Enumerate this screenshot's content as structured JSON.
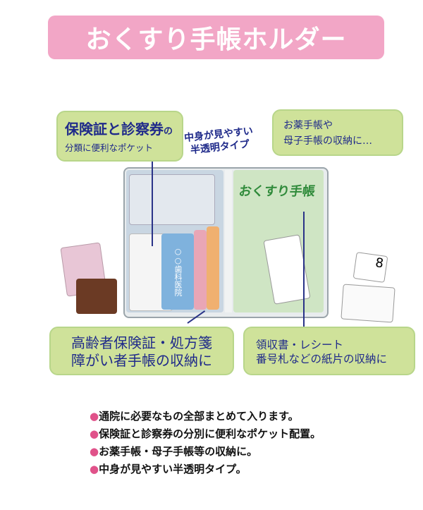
{
  "title": "おくすり手帳ホルダー",
  "callouts": {
    "top_left": {
      "main": "保険証と診察券",
      "suffix": "の",
      "sub": "分類に便利なポケット"
    },
    "top_right": {
      "line1": "お薬手帳や",
      "line2": "母子手帳の収納に…"
    },
    "bottom_left": {
      "line1": "高齢者保険証・処方箋",
      "line2": "障がい者手帳の収納に"
    },
    "bottom_right": {
      "line1": "領収書・レシート",
      "line2": "番号札などの紙片の収納に"
    }
  },
  "tagline": {
    "line1": "中身が見やすい",
    "line2": "半透明タイプ"
  },
  "product": {
    "booklet_title": "おくすり手帳",
    "card_text": "○○歯科医院"
  },
  "features": [
    "通院に必要なもの全部まとめて入ります。",
    "保険証と診察券の分別に便利なポケット配置。",
    "お薬手帳・母子手帳等の収納に。",
    "中身が見やすい半透明タイプ。"
  ],
  "colors": {
    "banner": "#f2a6c6",
    "callout": "#cfe29a",
    "text": "#1f2a8a",
    "bullet": "#e0528a"
  }
}
